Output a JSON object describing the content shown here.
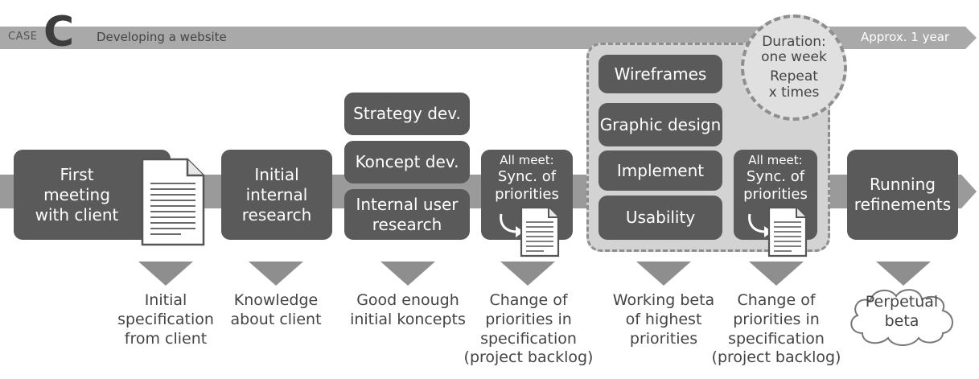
{
  "header": {
    "case_word": "CASE",
    "case_letter": "C",
    "title": "Developing a website",
    "duration": "Approx. 1 year"
  },
  "sprint": {
    "duration_label": "Duration:",
    "duration_value": "one week",
    "repeat_label": "Repeat",
    "repeat_value": "x times"
  },
  "steps": {
    "first_meeting": [
      "First meeting",
      "with client"
    ],
    "initial_research": [
      "Initial",
      "internal",
      "research"
    ],
    "strategy": "Strategy dev.",
    "koncept": "Koncept dev.",
    "user_research": [
      "Internal user",
      "research"
    ],
    "all_meet_1": [
      "All meet:",
      "Sync. of",
      "priorities"
    ],
    "wireframes": "Wireframes",
    "graphic_design": "Graphic design",
    "implement": "Implement",
    "usability": "Usability",
    "all_meet_2": [
      "All meet:",
      "Sync. of",
      "priorities"
    ],
    "running": [
      "Running",
      "refinements"
    ]
  },
  "outputs": {
    "o1": [
      "Initial",
      "specification",
      "from client"
    ],
    "o2": [
      "Knowledge",
      "about client"
    ],
    "o3": [
      "Good enough",
      "initial koncepts"
    ],
    "o4": [
      "Change of",
      "priorities in",
      "specification",
      "(project backlog)"
    ],
    "o5": [
      "Working beta",
      "of highest",
      "priorities"
    ],
    "o6": [
      "Change of",
      "priorities in",
      "specification",
      "(project backlog)"
    ],
    "o7": [
      "Perpetual",
      "beta"
    ]
  },
  "colors": {
    "box": "#5a5a5a",
    "arrow": "#9a9a9a",
    "sprint_bg": "#d3d3d3",
    "dash": "#8e8e8e"
  }
}
